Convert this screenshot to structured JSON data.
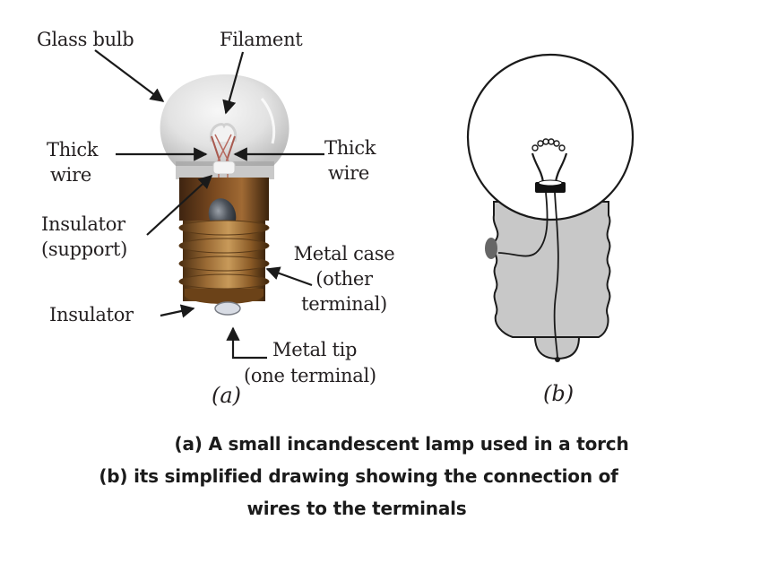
{
  "figure": {
    "panel_a": {
      "sublabel": "(a)",
      "labels": {
        "glass_bulb": "Glass bulb",
        "filament": "Filament",
        "thick_wire_left": [
          "Thick",
          "wire"
        ],
        "thick_wire_right": [
          "Thick",
          "wire"
        ],
        "insulator_support": [
          "Insulator",
          "(support)"
        ],
        "insulator": "Insulator",
        "metal_case": [
          "Metal case",
          "(other",
          "terminal)"
        ],
        "metal_tip": [
          "Metal tip",
          "(one terminal)"
        ]
      }
    },
    "panel_b": {
      "sublabel": "(b)"
    },
    "caption": [
      "(a) A small incandescent lamp used in a torch",
      "(b) its simplified drawing showing the connection of",
      "wires to the terminals"
    ],
    "colors": {
      "text": "#231f20",
      "glass": "#e4e4e4",
      "brass": "#8a5a2a",
      "drawing_fill": "#c8c8c8",
      "outline": "#1a1a1a"
    }
  }
}
